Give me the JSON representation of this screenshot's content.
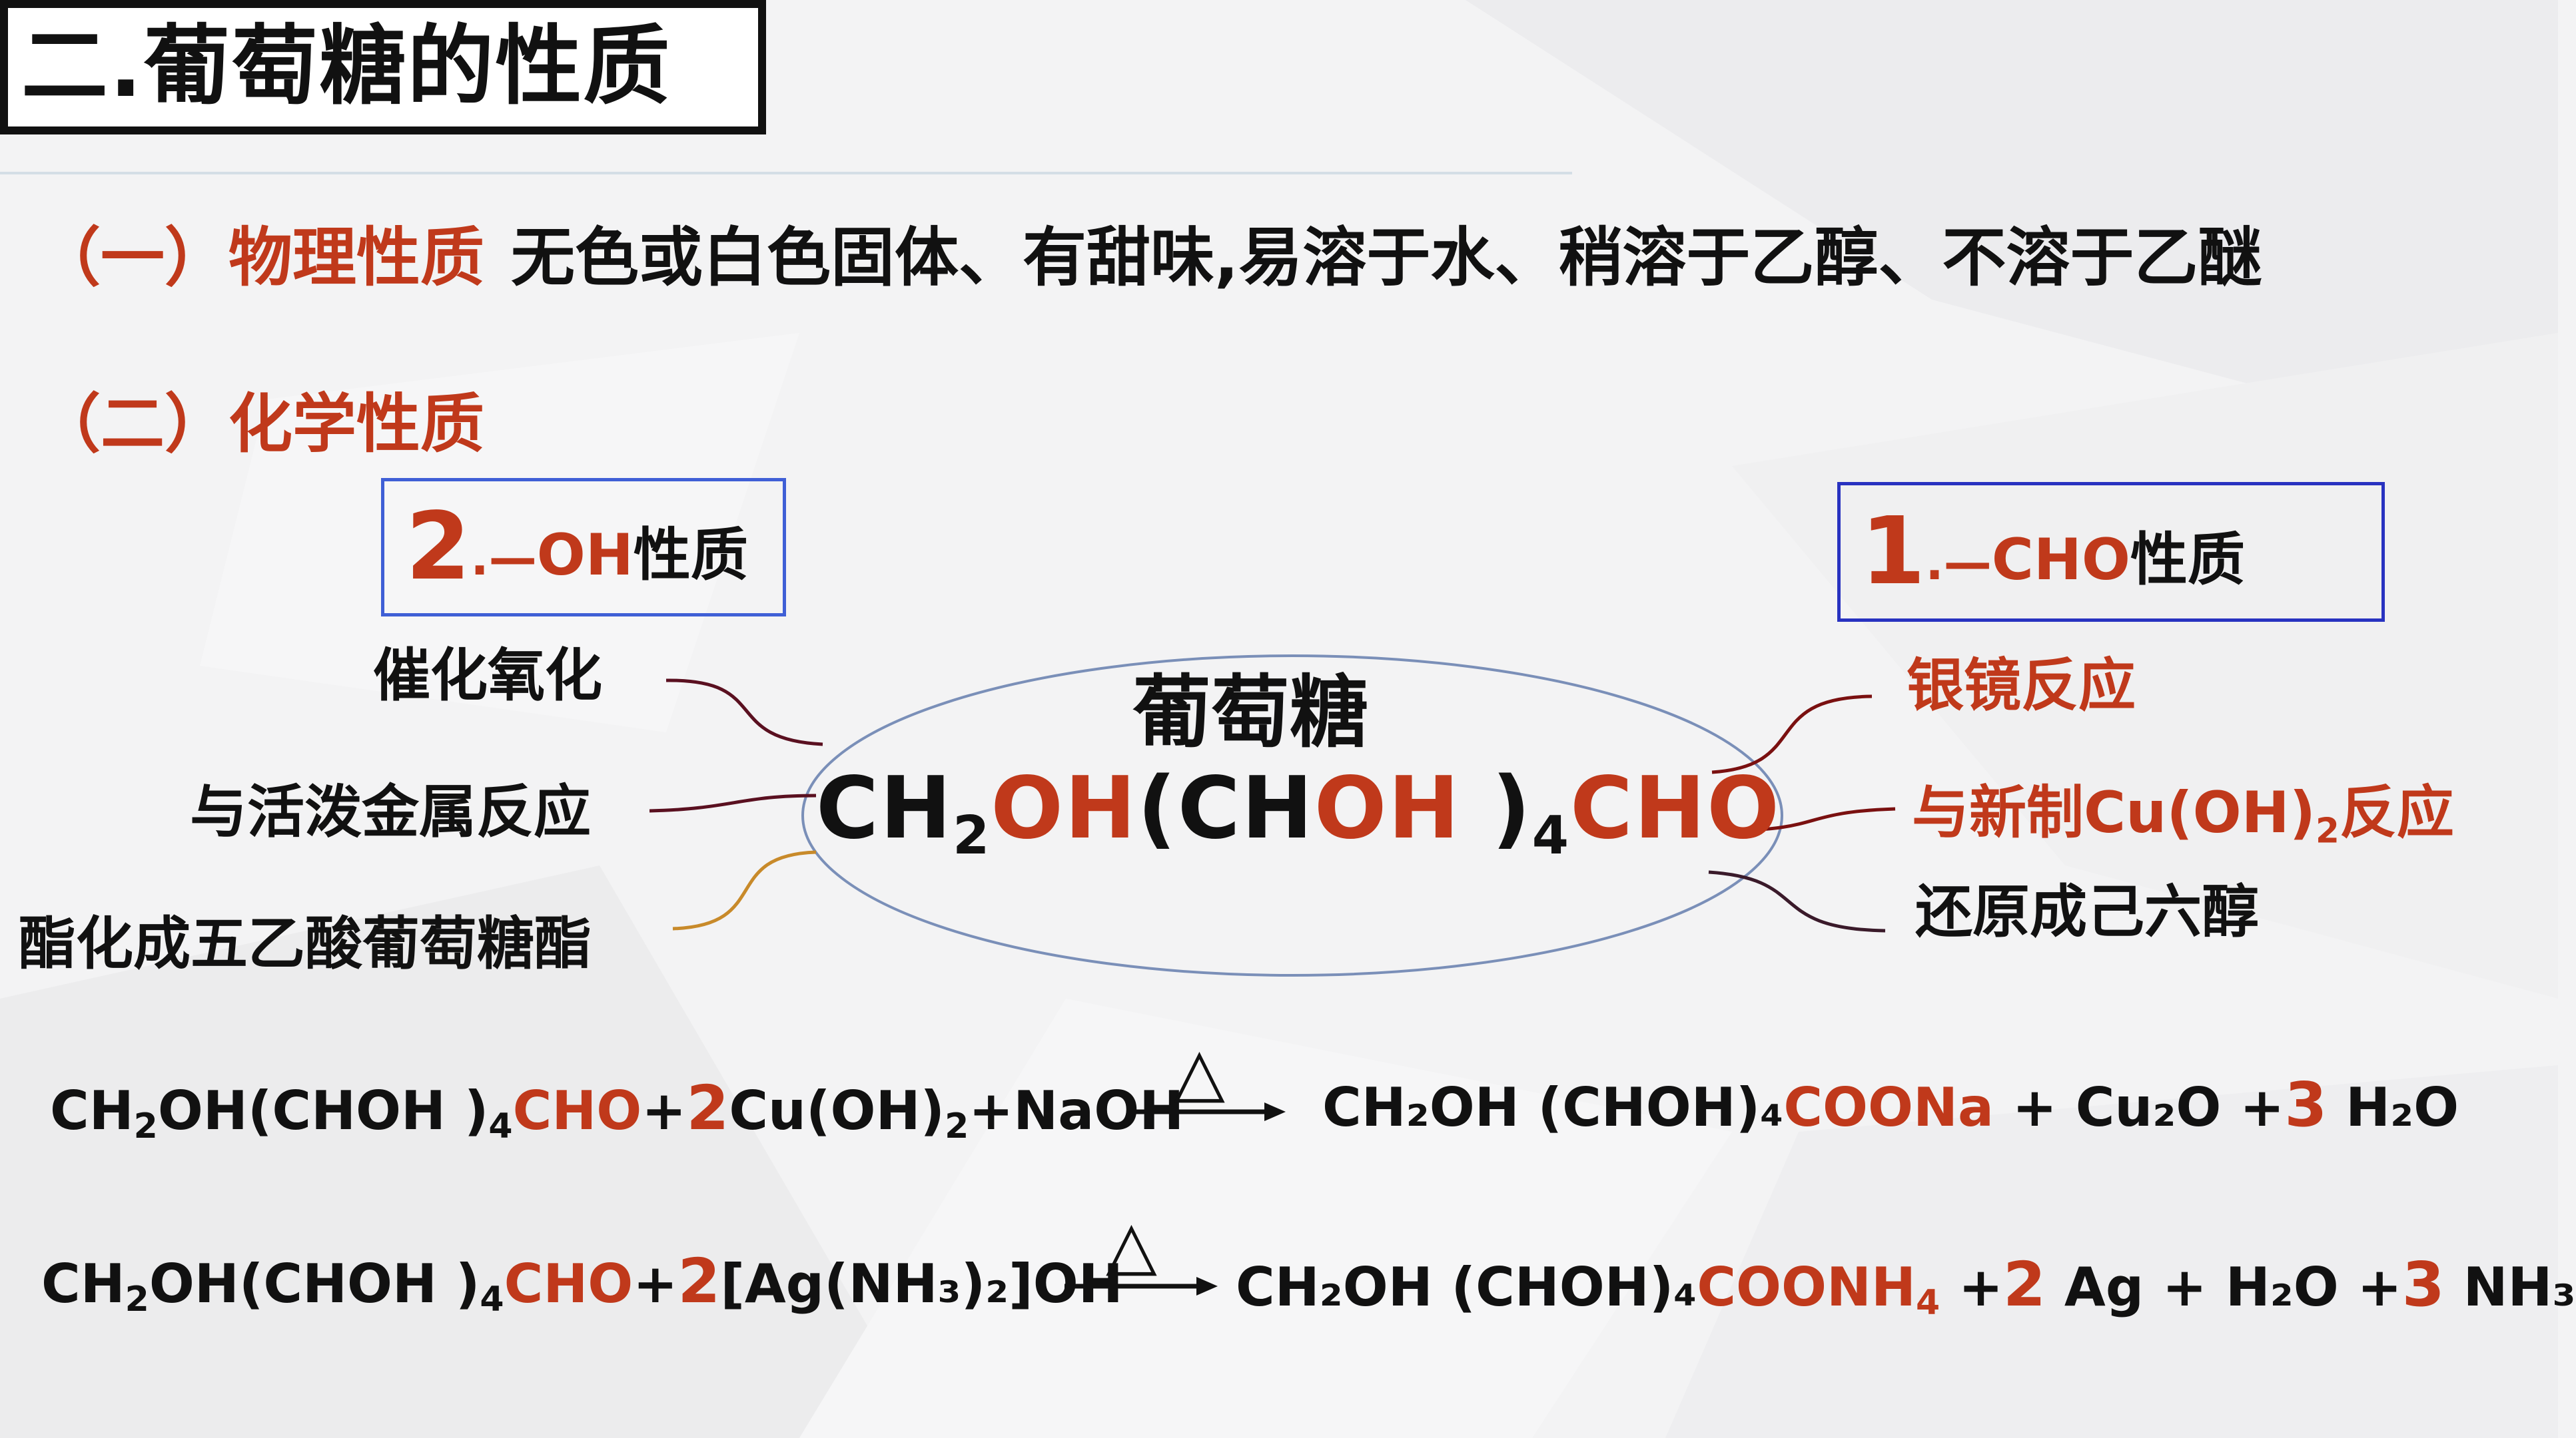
{
  "title": "二.葡萄糖的性质",
  "physical": {
    "label": "（一）物理性质",
    "content": "无色或白色固体、有甜味,易溶于水、稍溶于乙醇、不溶于乙醚"
  },
  "chemical": {
    "label": "（二）化学性质"
  },
  "oh_box": {
    "num": "2",
    "dash": ".—",
    "group": "OH",
    "text": "性质"
  },
  "cho_box": {
    "num": "1",
    "dash": ".—",
    "group": "CHO",
    "text": "性质"
  },
  "left_items": [
    "催化氧化",
    "与活泼金属反应",
    "酯化成五乙酸葡萄糖酯"
  ],
  "right_items": {
    "item1": "银镜反应",
    "item2_a": "与新制Cu(OH)",
    "item2_sub": "2",
    "item2_b": "反应",
    "item3": "还原成己六醇"
  },
  "center": {
    "label": "葡萄糖",
    "f_ch": "CH",
    "f_sub2": "2",
    "f_oh1": "OH",
    "f_paren": "(CH",
    "f_oh2": "OH",
    "f_close": " )",
    "f_sub4": "4",
    "f_cho": "CHO"
  },
  "eq1": {
    "lhs_a": "CH",
    "lhs_s2": "2",
    "lhs_b": "OH(CHOH )",
    "lhs_s4": "4",
    "lhs_cho": "CHO",
    "lhs_plus": "+",
    "lhs_coef": "2",
    "lhs_cu": "Cu(OH)",
    "lhs_cu_sub": "2",
    "lhs_naoh": "+NaOH",
    "cond": "△",
    "rhs_a": "CH₂OH (CHOH)₄",
    "rhs_coo": "COONa",
    "rhs_b": " + Cu₂O +",
    "rhs_coef": "3",
    "rhs_c": " H₂O"
  },
  "eq2": {
    "lhs_a": "CH",
    "lhs_s2": "2",
    "lhs_b": "OH(CHOH )",
    "lhs_s4": "4",
    "lhs_cho": "CHO",
    "lhs_plus": "+",
    "lhs_coef": "2",
    "lhs_ag": "[Ag(NH₃)₂]OH",
    "cond": "△",
    "rhs_a": "CH₂OH (CHOH)₄",
    "rhs_coo": "COONH",
    "rhs_coo_sub": "4",
    "rhs_b": " +",
    "rhs_coef1": "2",
    "rhs_c": " Ag  + H₂O +",
    "rhs_coef2": "3",
    "rhs_d": " NH₃"
  },
  "colors": {
    "accent_red": "#c0391b",
    "oh_box_border": "#3f5fd6",
    "cho_box_border": "#2832c0",
    "text": "#111111"
  }
}
